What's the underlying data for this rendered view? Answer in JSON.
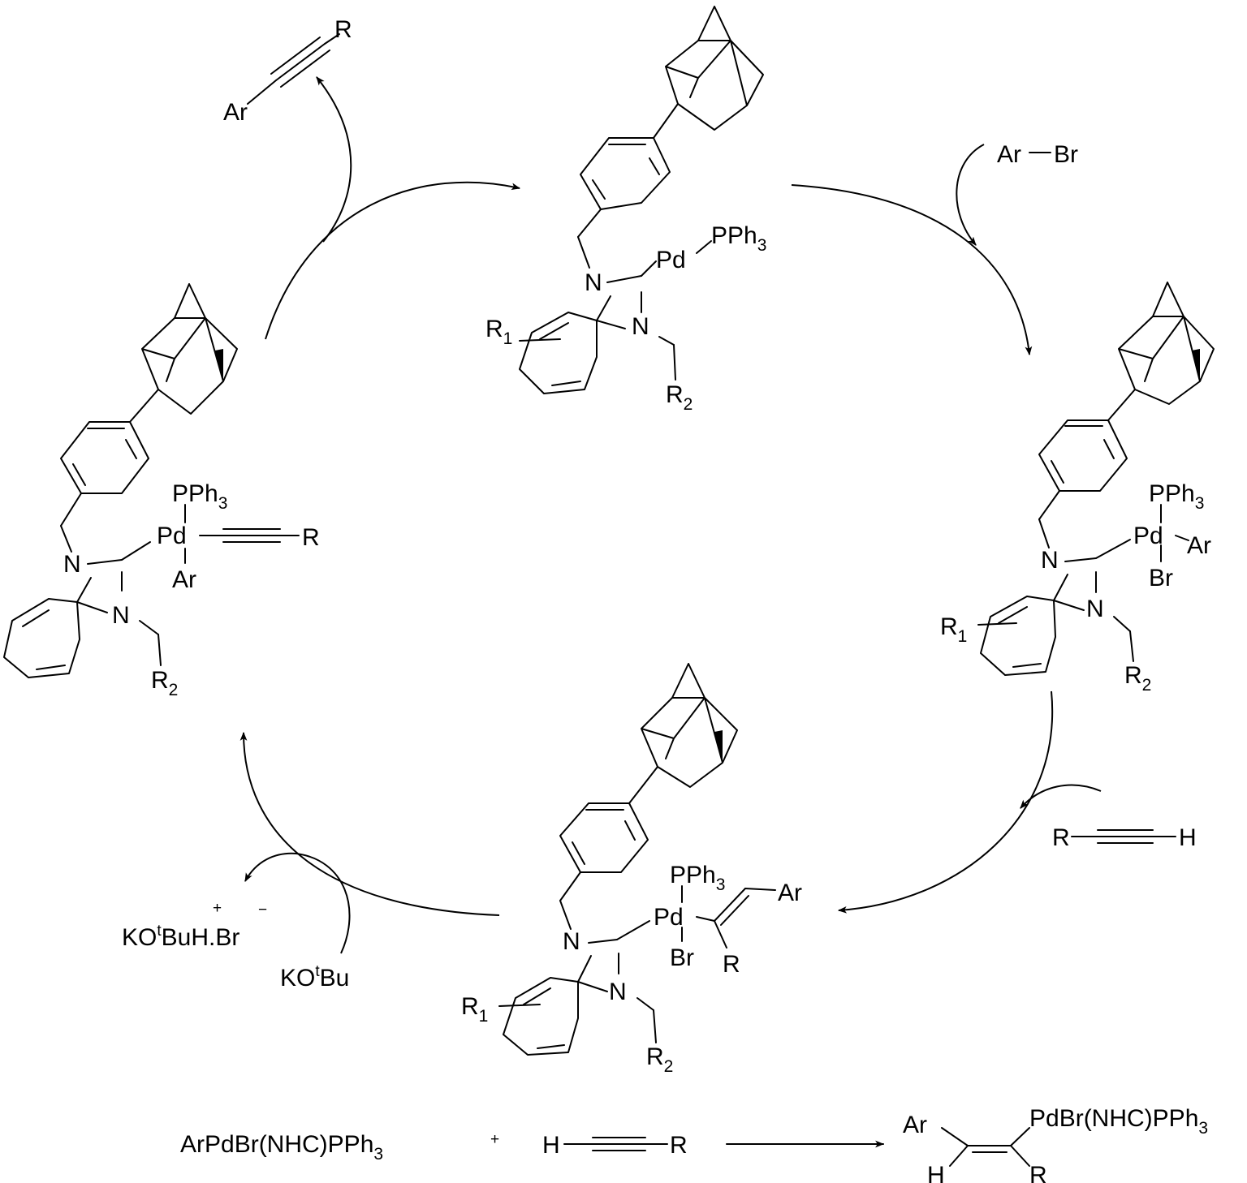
{
  "top_complex": {
    "n_top": "N",
    "n_bottom": "N",
    "metal": "Pd",
    "ligand": "PPh",
    "ligand_sub": "3",
    "r1": "R",
    "r1_sub": "1",
    "r2": "R",
    "r2_sub": "2"
  },
  "aryl_bromide": {
    "ar": "Ar",
    "br": "Br"
  },
  "right_complex": {
    "n_top": "N",
    "n_bottom": "N",
    "metal": "Pd",
    "ligand": "PPh",
    "ligand_sub": "3",
    "ar": "Ar",
    "br": "Br",
    "r1": "R",
    "r1_sub": "1",
    "r2": "R",
    "r2_sub": "2"
  },
  "alkyne_reagent": {
    "r": "R",
    "h": "H"
  },
  "bottom_complex": {
    "n_top": "N",
    "n_bottom": "N",
    "metal": "Pd",
    "ligand": "PPh",
    "ligand_sub": "3",
    "br": "Br",
    "ar": "Ar",
    "r": "R",
    "r1": "R",
    "r1_sub": "1",
    "r2": "R",
    "r2_sub": "2"
  },
  "base": {
    "ko": "KO",
    "sup": "t",
    "bu": "Bu"
  },
  "byproduct": {
    "ko": "KO",
    "t_sup": "t",
    "buh": "BuH.Br",
    "plus": "+",
    "minus": "−"
  },
  "left_complex": {
    "n_top": "N",
    "n_bottom": "N",
    "metal": "Pd",
    "ligand": "PPh",
    "ligand_sub": "3",
    "ar": "Ar",
    "r": "R",
    "r2": "R",
    "r2_sub": "2"
  },
  "product": {
    "ar": "Ar",
    "r": "R"
  },
  "side_reaction": {
    "reactant": "ArPdBr(NHC)PPh",
    "reactant_sub": "3",
    "plus": "+",
    "alkyne_h": "H",
    "alkyne_r": "R",
    "product_ar": "Ar",
    "product_h": "H",
    "product_r": "R",
    "product_pd": "PdBr(NHC)PPh",
    "product_pd_sub": "3"
  }
}
